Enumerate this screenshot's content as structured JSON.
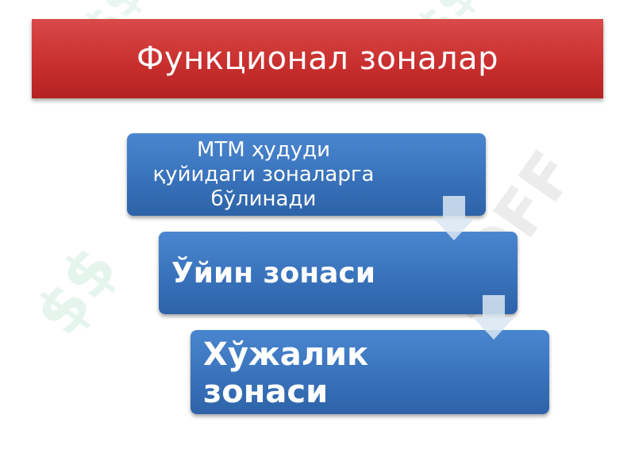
{
  "title": "Функционал зоналар",
  "boxes": [
    {
      "line1": "МТМ ҳудуди",
      "line2": "қуйидаги зоналарга",
      "line3": "бўлинади"
    },
    {
      "text": "Ўйин зонаси"
    },
    {
      "line1": "Хўжалик",
      "line2": "зонаси"
    }
  ],
  "watermark": "SOFF",
  "colors": {
    "title_bar": "#c9302f",
    "box": "#3a74bd",
    "arrow": "#dbe6f2",
    "text": "#ffffff"
  },
  "icons": [
    "down-arrow-icon",
    "down-arrow-icon"
  ]
}
